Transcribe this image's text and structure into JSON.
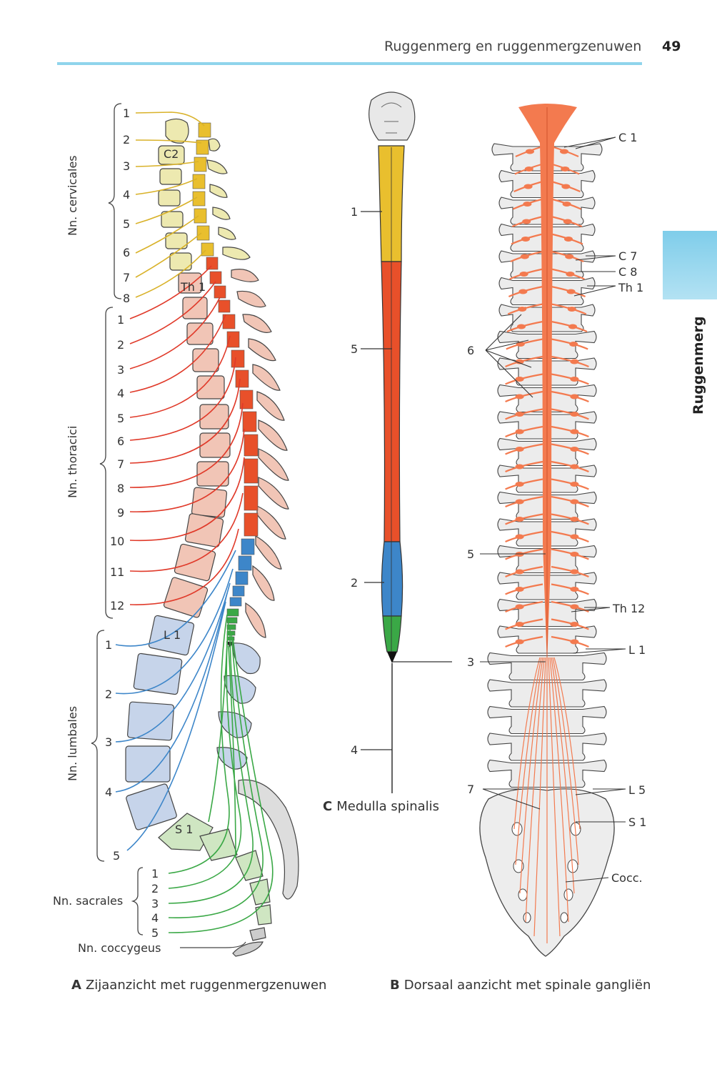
{
  "header": {
    "title": "Ruggenmerg en ruggenmergzenuwen",
    "page_number": "49"
  },
  "side_tab": {
    "label": "Ruggenmerg"
  },
  "colors": {
    "cervical": "#e9bf2e",
    "thoracic": "#e8502a",
    "lumbar": "#3d86c9",
    "sacral": "#3aa846",
    "cord_b": "#f37a4f"
  },
  "panel_a": {
    "letter": "A",
    "caption": "Zijaanzicht met ruggenmergzenuwen",
    "groups": {
      "cervical": "Nn. cervicales",
      "thoracic": "Nn. thoracici",
      "lumbar": "Nn. lumbales",
      "sacral": "Nn. sacrales",
      "coccygeal": "Nn. coccygeus"
    },
    "cervical_numbers": [
      "1",
      "2",
      "3",
      "4",
      "5",
      "6",
      "7",
      "8"
    ],
    "thoracic_numbers": [
      "1",
      "2",
      "3",
      "4",
      "5",
      "6",
      "7",
      "8",
      "9",
      "10",
      "11",
      "12"
    ],
    "lumbar_numbers": [
      "1",
      "2",
      "3",
      "4",
      "5"
    ],
    "sacral_numbers": [
      "1",
      "2",
      "3",
      "4",
      "5"
    ],
    "vertebra_labels": {
      "c2": "C2",
      "th1": "Th 1",
      "l1": "L 1",
      "s1": "S 1"
    }
  },
  "panel_b": {
    "letter": "B",
    "caption": "Dorsaal aanzicht met spinale gangliën",
    "labels": {
      "c1": "C 1",
      "c7": "C 7",
      "c8": "C 8",
      "th1": "Th 1",
      "th12": "Th 12",
      "l1": "L 1",
      "l5": "L 5",
      "s1": "S 1",
      "cocc": "Cocc.",
      "n6": "6",
      "n5": "5",
      "n3": "3",
      "n7": "7"
    }
  },
  "panel_c": {
    "letter": "C",
    "caption": "Medulla spinalis",
    "labels": {
      "n1": "1",
      "n5": "5",
      "n2": "2",
      "n4": "4"
    }
  }
}
